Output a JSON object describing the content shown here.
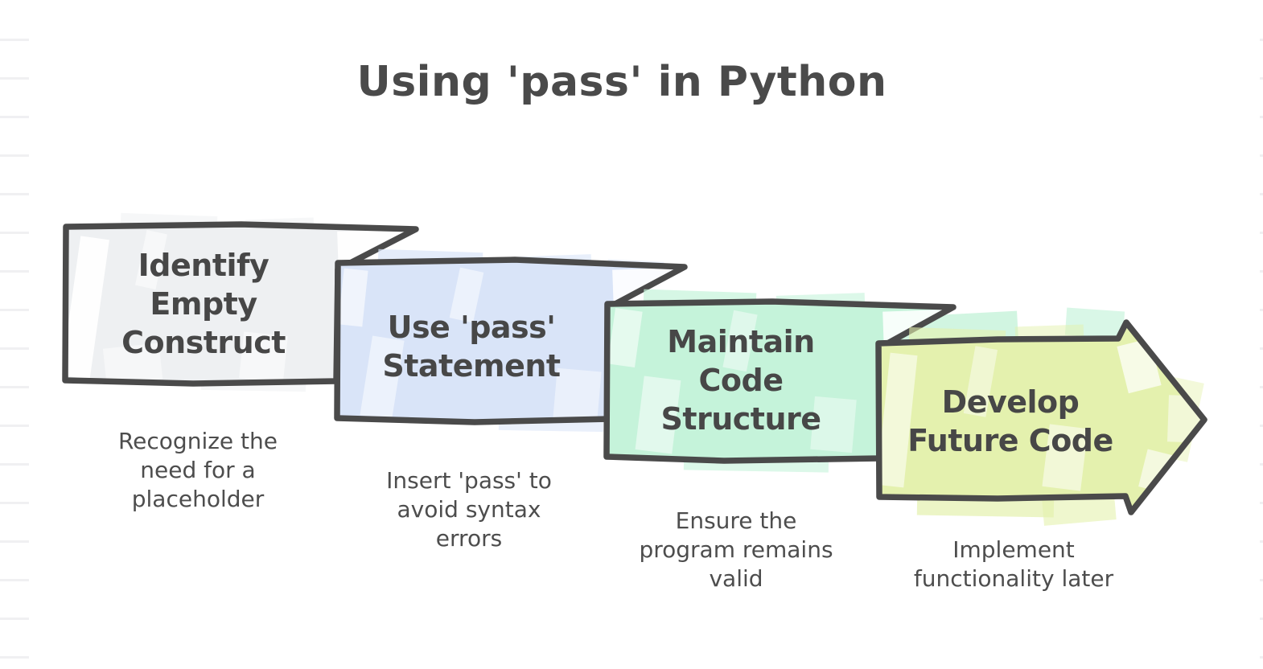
{
  "title": "Using 'pass' in Python",
  "steps": [
    {
      "label": "Identify Empty Construct",
      "title_lines": [
        "Identify",
        "Empty",
        "Construct"
      ],
      "caption": "Recognize the need for a placeholder",
      "caption_lines": [
        "Recognize the",
        "need for a",
        "placeholder"
      ]
    },
    {
      "label": "Use 'pass' Statement",
      "title_lines": [
        "Use 'pass'",
        "Statement"
      ],
      "caption": "Insert 'pass' to avoid syntax errors",
      "caption_lines": [
        "Insert 'pass' to",
        "avoid syntax",
        "errors"
      ]
    },
    {
      "label": "Maintain Code Structure",
      "title_lines": [
        "Maintain",
        "Code",
        "Structure"
      ],
      "caption": "Ensure the program remains valid",
      "caption_lines": [
        "Ensure the",
        "program remains",
        "valid"
      ]
    },
    {
      "label": "Develop Future Code",
      "title_lines": [
        "Develop",
        "Future Code"
      ],
      "caption": "Implement functionality later",
      "caption_lines": [
        "Implement",
        "functionality later"
      ]
    }
  ],
  "colors": {
    "background": "#ffffff",
    "outline": "#4a4a4a",
    "title_text": "#4a4a4a",
    "heading_text": "#474747",
    "caption_text": "#4d4d4d",
    "step1_fill": "#eef0f2",
    "step2_fill": "#d9e4f8",
    "step3_fill": "#c5f3da",
    "step4_fill": "#e4f1ae",
    "ruled_line": "#f0f0f2"
  }
}
